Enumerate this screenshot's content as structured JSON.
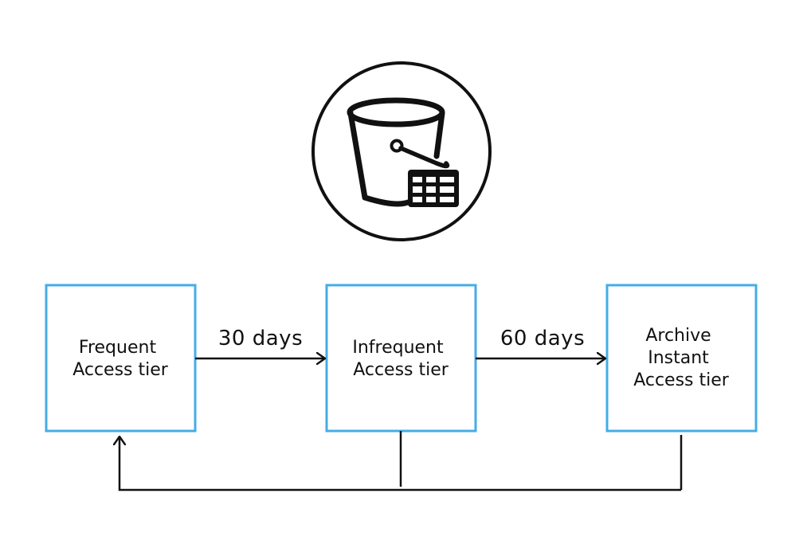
{
  "diagram": {
    "colors": {
      "box_border": "#45ade6",
      "line": "#111111",
      "background": "#ffffff"
    },
    "icon": "s3-bucket-with-table-icon",
    "tiers": [
      {
        "id": "frequent",
        "lines": [
          "Frequent",
          "Access tier"
        ]
      },
      {
        "id": "infrequent",
        "lines": [
          "Infrequent",
          "Access tier"
        ]
      },
      {
        "id": "archive",
        "lines": [
          "Archive",
          "Instant",
          "Access tier"
        ]
      }
    ],
    "transitions": [
      {
        "from": "frequent",
        "to": "infrequent",
        "label": "30 days"
      },
      {
        "from": "infrequent",
        "to": "archive",
        "label": "60 days"
      }
    ],
    "return_flow": {
      "from": [
        "infrequent",
        "archive"
      ],
      "to": "frequent"
    }
  }
}
